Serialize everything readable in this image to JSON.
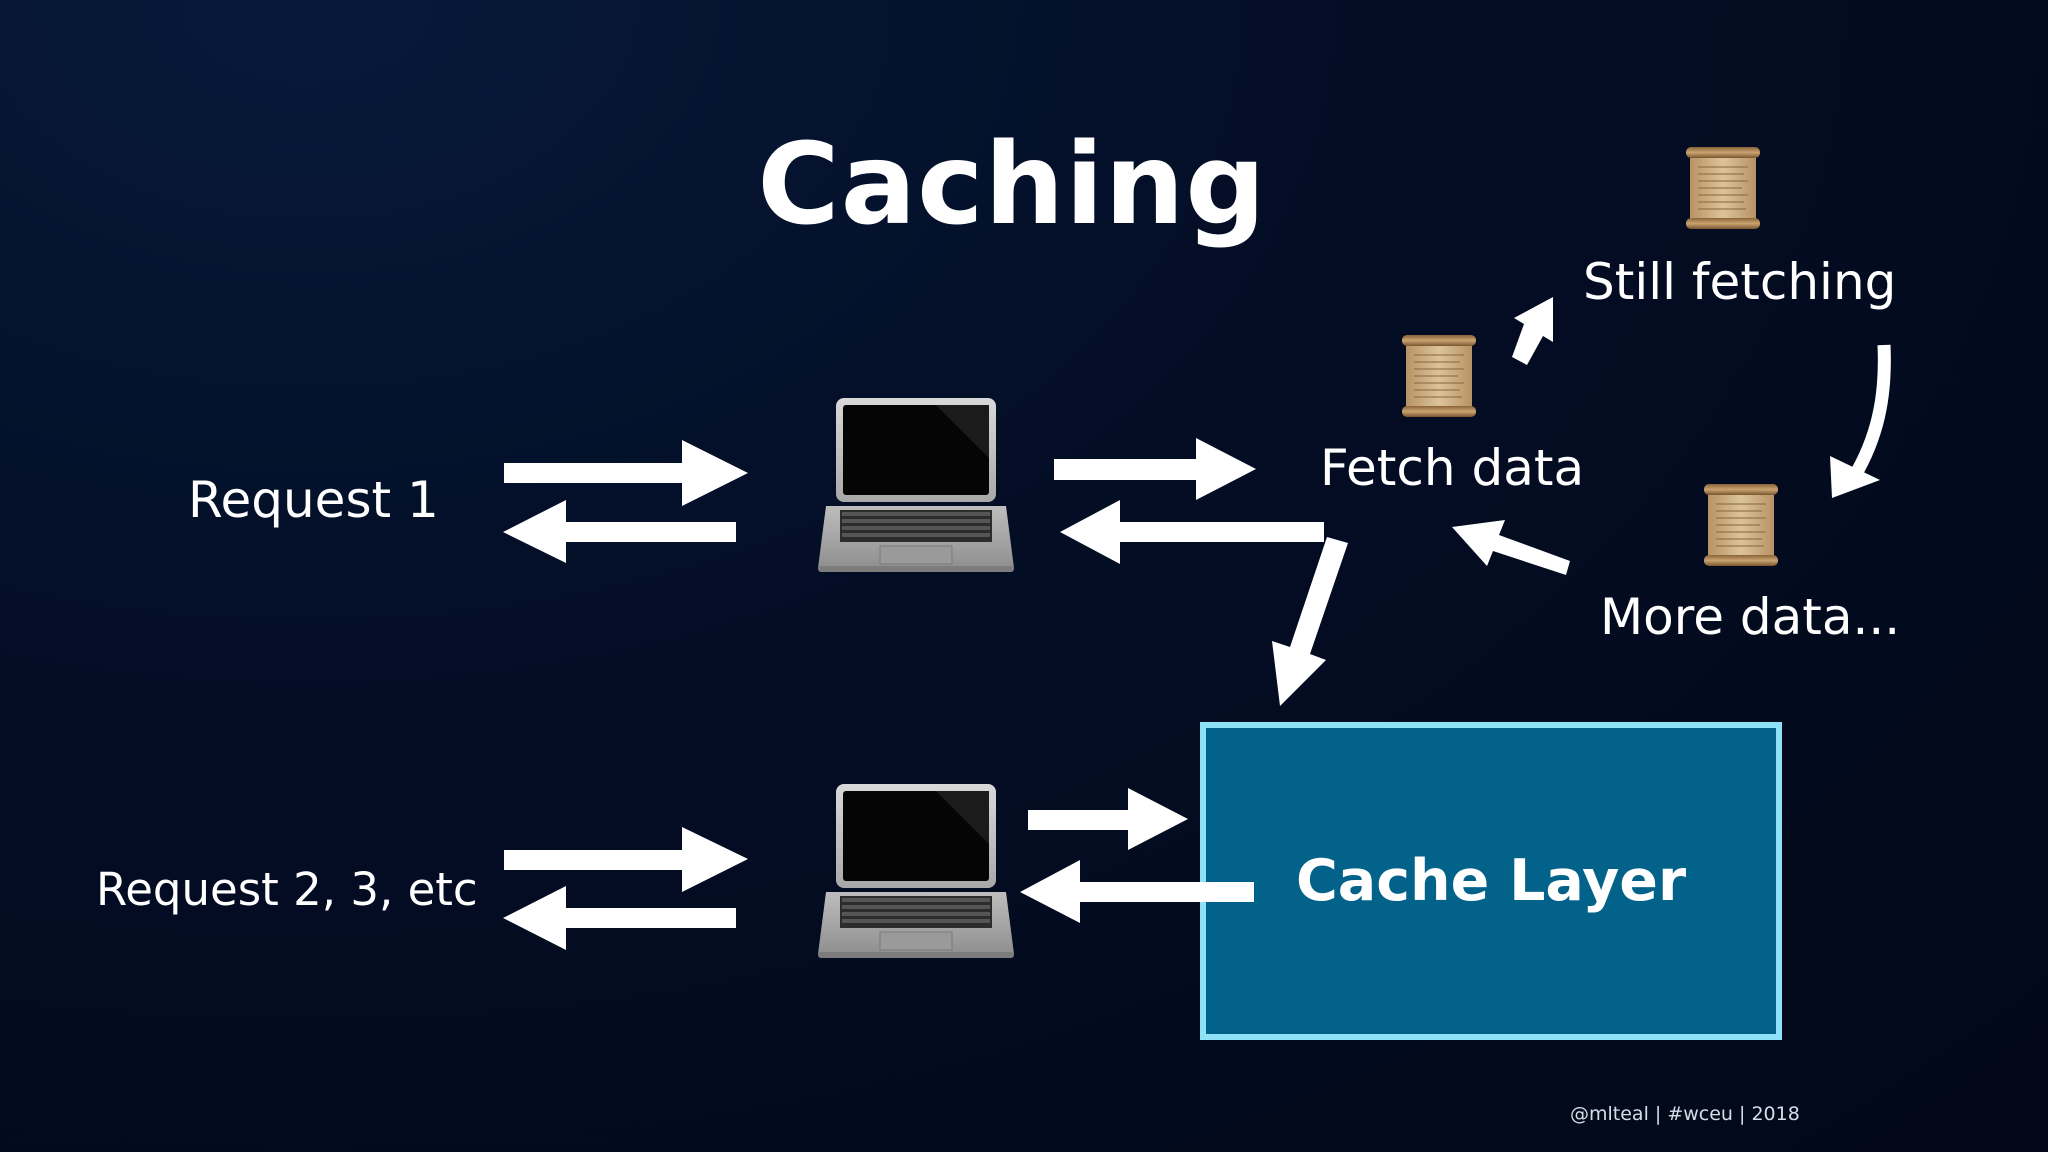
{
  "title": "Caching",
  "labels": {
    "request_1": "Request 1",
    "request_2": "Request 2, 3, etc",
    "fetch_data": "Fetch data",
    "still_fetching": "Still fetching",
    "more_data": "More data..."
  },
  "cache_layer": {
    "label": "Cache Layer",
    "fill_color": "#03628a",
    "border_color": "#8ee1f7"
  },
  "footer": {
    "credit": "@mlteal | #wceu | 2018"
  },
  "icons": {
    "laptop": "laptop-icon",
    "scroll": "scroll-icon"
  },
  "colors": {
    "background": "#030d24",
    "arrow": "#ffffff",
    "text": "#ffffff"
  }
}
